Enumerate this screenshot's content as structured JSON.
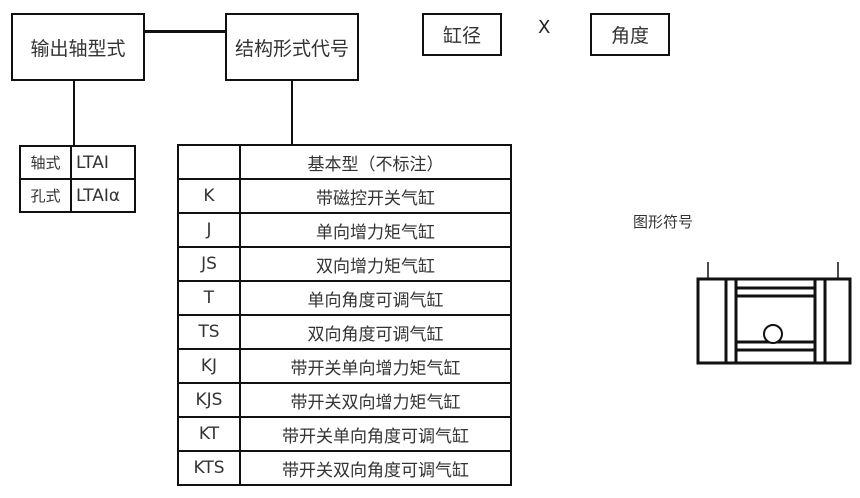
{
  "diagram": {
    "box_output_shaft": "输出轴型式",
    "box_structure_code": "结构形式代号",
    "box_bore": "缸径",
    "multiply_sign": "X",
    "box_angle": "角度"
  },
  "shaft_table": {
    "rows": [
      {
        "label": "轴式",
        "code": "LTAI"
      },
      {
        "label": "孔式",
        "code": "LTAIα"
      }
    ]
  },
  "structure_table": {
    "rows": [
      {
        "code": "",
        "desc": "基本型（不标注）"
      },
      {
        "code": "K",
        "desc": "带磁控开关气缸"
      },
      {
        "code": "J",
        "desc": "单向增力矩气缸"
      },
      {
        "code": "JS",
        "desc": "双向增力矩气缸"
      },
      {
        "code": "T",
        "desc": "单向角度可调气缸"
      },
      {
        "code": "TS",
        "desc": "双向角度可调气缸"
      },
      {
        "code": "KJ",
        "desc": "带开关单向增力矩气缸"
      },
      {
        "code": "KJS",
        "desc": "带开关双向增力矩气缸"
      },
      {
        "code": "KT",
        "desc": "带开关单向角度可调气缸"
      },
      {
        "code": "KTS",
        "desc": "带开关双向角度可调气缸"
      }
    ]
  },
  "symbol": {
    "caption": "图形符号",
    "icon": "rotary-cylinder-symbol"
  }
}
